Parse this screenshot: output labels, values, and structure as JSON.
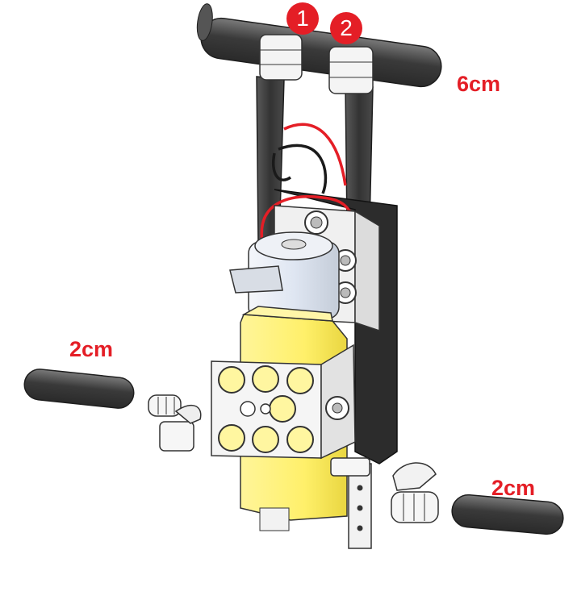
{
  "labels": {
    "top_rod_length": "6cm",
    "left_rod_length": "2cm",
    "right_rod_length": "2cm"
  },
  "badges": {
    "first": "1",
    "second": "2"
  },
  "colors": {
    "accent_red": "#e41e26",
    "motor_yellow": "#fff27a",
    "rod_dark": "#4a4a4a",
    "frame_dark": "#3c3c3c",
    "wire_red": "#e41e26",
    "wire_black": "#1a1a1a"
  }
}
